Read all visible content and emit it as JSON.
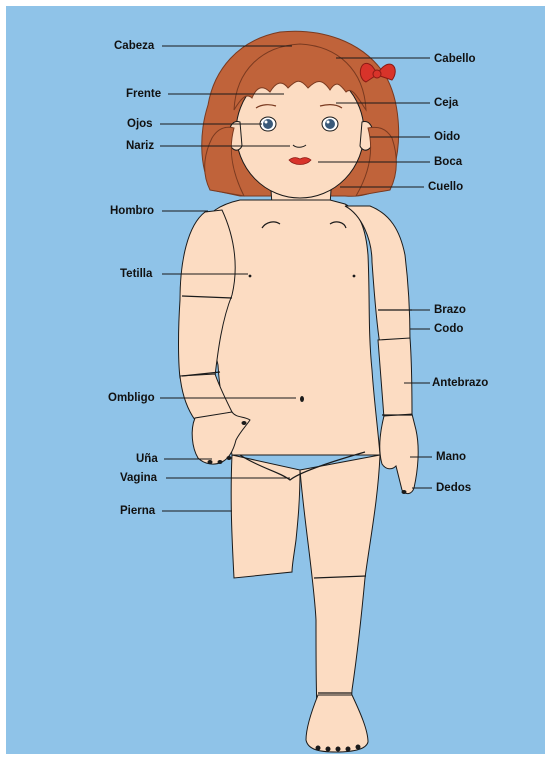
{
  "labels": {
    "cabeza": "Cabeza",
    "frente": "Frente",
    "ojos": "Ojos",
    "nariz": "Nariz",
    "hombro": "Hombro",
    "tetilla": "Tetilla",
    "ombligo": "Ombligo",
    "una": "Uña",
    "vagina": "Vagina",
    "pierna": "Pierna",
    "cabello": "Cabello",
    "ceja": "Ceja",
    "oido": "Oido",
    "boca": "Boca",
    "cuello": "Cuello",
    "brazo": "Brazo",
    "codo": "Codo",
    "antebrazo": "Antebrazo",
    "mano": "Mano",
    "dedos": "Dedos"
  },
  "colors": {
    "background": "#8fc3e8",
    "skin": "#fcdcc2",
    "hair": "#c0633a",
    "bow": "#d8332a",
    "lips": "#d8332a",
    "eyes": "#3a5a7a",
    "line": "#1a1a1a"
  }
}
